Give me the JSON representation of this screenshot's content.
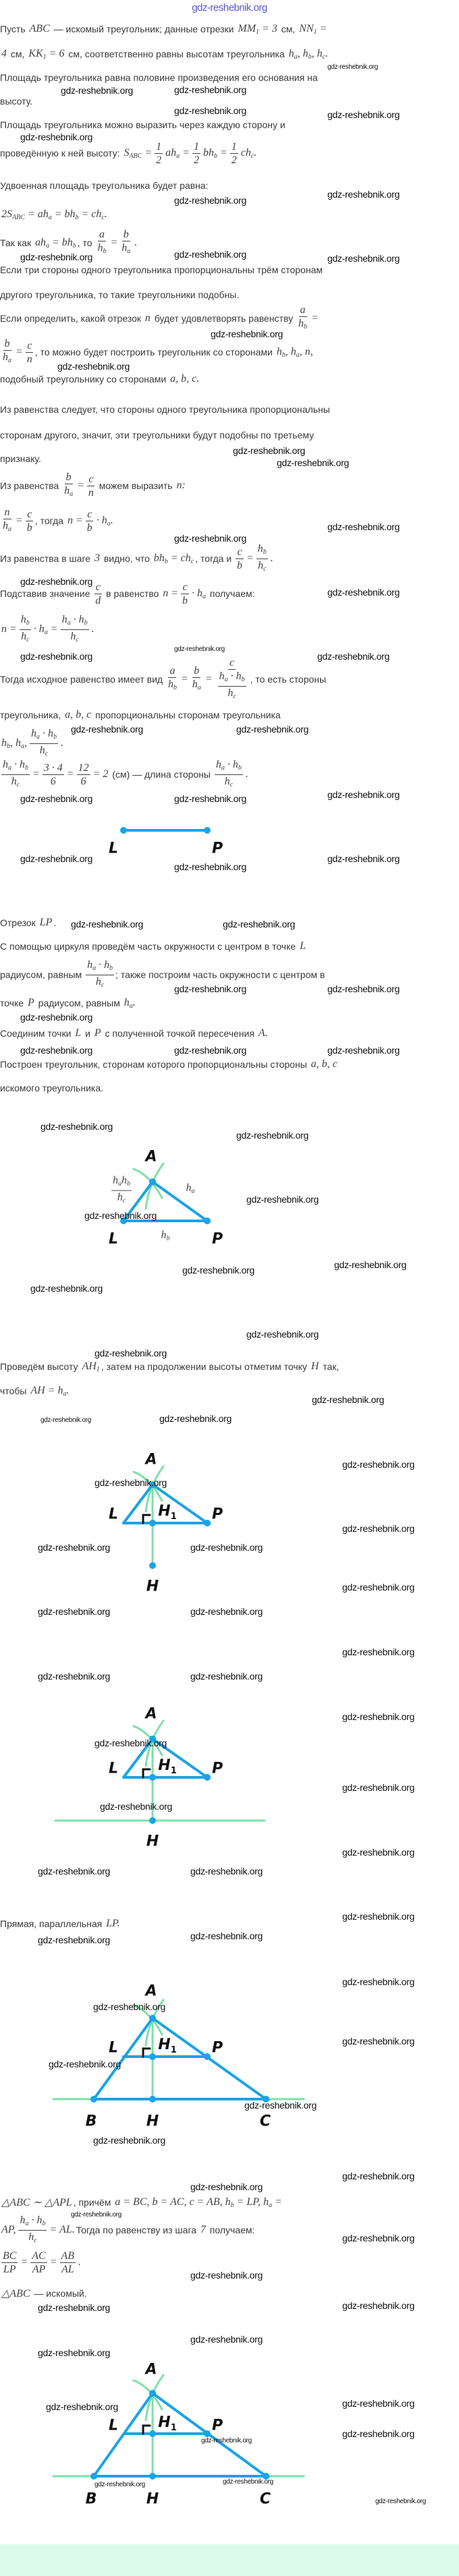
{
  "site_header": "gdz-reshebnik.org",
  "watermark": "gdz-reshebnik.org",
  "colors": {
    "segment": "#1aa3e8",
    "construction": "#7ee0a8",
    "footer_band": "#dcfce9"
  },
  "lines": {
    "l1": [
      "Пусть ",
      "ABC",
      " — искомый треугольник; данные отрезки ",
      "MM_1 = 3",
      " см, ",
      "NN_1 ="
    ],
    "l2": [
      "4",
      " см, ",
      "KK_1 = 6",
      " см, соответственно равны высотам треугольника ",
      "h_a, h_b, h_c."
    ],
    "l3": [
      "Площадь треугольника равна половине произведения его основания на"
    ],
    "l4": [
      "высоту."
    ],
    "l5": [
      "Площадь треугольника можно выразить через каждую сторону и"
    ],
    "l6": [
      "проведённую к ней высоту: ",
      "S_{ABC} =",
      "1",
      "2",
      "ah_a =",
      "1",
      "2",
      "bh_b =",
      "1",
      "2",
      "ch_c."
    ],
    "l7": [
      "Удвоенная площадь треугольника будет равна:"
    ],
    "l8": [
      "2S_{ABC} = ah_a = bh_b = ch_c."
    ],
    "l9": [
      "Так как ",
      "ah_a = bh_b",
      ", то ",
      "a",
      "h_b",
      "=",
      "b",
      "h_a",
      "."
    ],
    "l10": [
      "Если три стороны одного треугольника пропорциональны трём сторонам"
    ],
    "l11": [
      "другого треугольника, то такие треугольники подобны."
    ],
    "l12": [
      "Если определить, какой отрезок ",
      "n",
      " будет удовлетворять равенству ",
      "a",
      "h_b",
      "="
    ],
    "l13": [
      "b",
      "h_a",
      "=",
      "c",
      "n",
      ", то можно будет построить треугольник со сторонами ",
      "h_b, h_a, n,"
    ],
    "l14": [
      "подобный треугольнику со сторонами ",
      "a, b, c."
    ],
    "l15": [
      "Из равенства следует, что стороны одного треугольника пропорциональны"
    ],
    "l16": [
      "сторонам другого, значит, эти треугольники будут подобны по третьему"
    ],
    "l17": [
      "признаку."
    ],
    "l18": [
      "Из равенства ",
      "b",
      "h_a",
      "=",
      "c",
      "n",
      " можем выразить ",
      "n:"
    ],
    "l19": [
      "n",
      "h_a",
      "=",
      "c",
      "b",
      ", тогда ",
      "n =",
      "c",
      "b",
      "· h_a."
    ],
    "l20": [
      "Из равенства в шаге ",
      "3",
      " видно, что ",
      "bh_b = ch_c",
      ", тогда и ",
      "c",
      "b",
      "=",
      "h_b",
      "h_c",
      "."
    ],
    "l21": [
      "Подставив значение ",
      "c",
      "d",
      " в равенство ",
      "n =",
      "c",
      "b",
      "· h_a",
      " получаем:"
    ],
    "l22": [
      "n =",
      "h_b",
      "h_c",
      "· h_a =",
      "h_a · h_b",
      "h_c",
      "."
    ],
    "l23": [
      "Тогда исходное равенство имеет вид ",
      "a",
      "h_b",
      "=",
      "b",
      "h_a",
      "=",
      "c",
      "h_a · h_b",
      "h_c",
      ", то есть стороны"
    ],
    "l24": [
      "треугольника, ",
      "a, b, c",
      " пропорциональны сторонам треугольника"
    ],
    "l25": [
      "h_b, h_a,",
      "h_a · h_b",
      "h_c",
      "."
    ],
    "l26": [
      "h_a · h_b",
      "h_c",
      "=",
      "3 · 4",
      "6",
      "=",
      "12",
      "6",
      "= 2",
      " (см) — длина стороны ",
      "h_a · h_b",
      "h_c",
      "."
    ],
    "l27": [
      "Отрезок ",
      "LP",
      "."
    ],
    "l28": [
      "С помощью циркуля проведём часть окружности с центром в точке ",
      "L"
    ],
    "l29": [
      "радиусом, равным ",
      "h_a · h_b",
      "h_c",
      "; также построим часть окружности с центром в"
    ],
    "l30": [
      "точке ",
      "P",
      " радиусом, равным ",
      "h_a."
    ],
    "l31": [
      "Соединим точки ",
      "L",
      " и ",
      "P",
      " с полученной точкой пересечения ",
      "A."
    ],
    "l32": [
      "Построен треугольник, сторонам которого пропорциональны стороны ",
      "a, b, c"
    ],
    "l33": [
      "искомого треугольника."
    ],
    "l34": [
      "Проведём высоту ",
      "AH_1",
      ", затем на продолжении высоты отметим точку ",
      "H",
      " так,"
    ],
    "l35": [
      "чтобы ",
      "AH = h_a."
    ],
    "l36": [
      "Прямая, параллельная ",
      "LP."
    ],
    "l37": [
      "△ABC ∼ △APL",
      ", причём ",
      "a = BC, b = AC, c = AB, h_b = LP, h_a ="
    ],
    "l38": [
      "AP,",
      "h_a · h_b",
      "h_c",
      "= AL.",
      "Тогда по равенству из шага ",
      "7",
      " получаем:"
    ],
    "l39": [
      "BC",
      "LP",
      "=",
      "AC",
      "AP",
      "=",
      "AB",
      "AL",
      "."
    ],
    "l40": [
      "△ABC",
      " — искомый."
    ]
  },
  "diagram": {
    "A": "A",
    "L": "L",
    "P": "P",
    "H": "H",
    "H1": "H_1",
    "B": "B",
    "C": "C",
    "side_lp": "h_b",
    "side_ap": "h_a",
    "side_al_num": "h_ah_b",
    "side_al_den": "h_c"
  }
}
